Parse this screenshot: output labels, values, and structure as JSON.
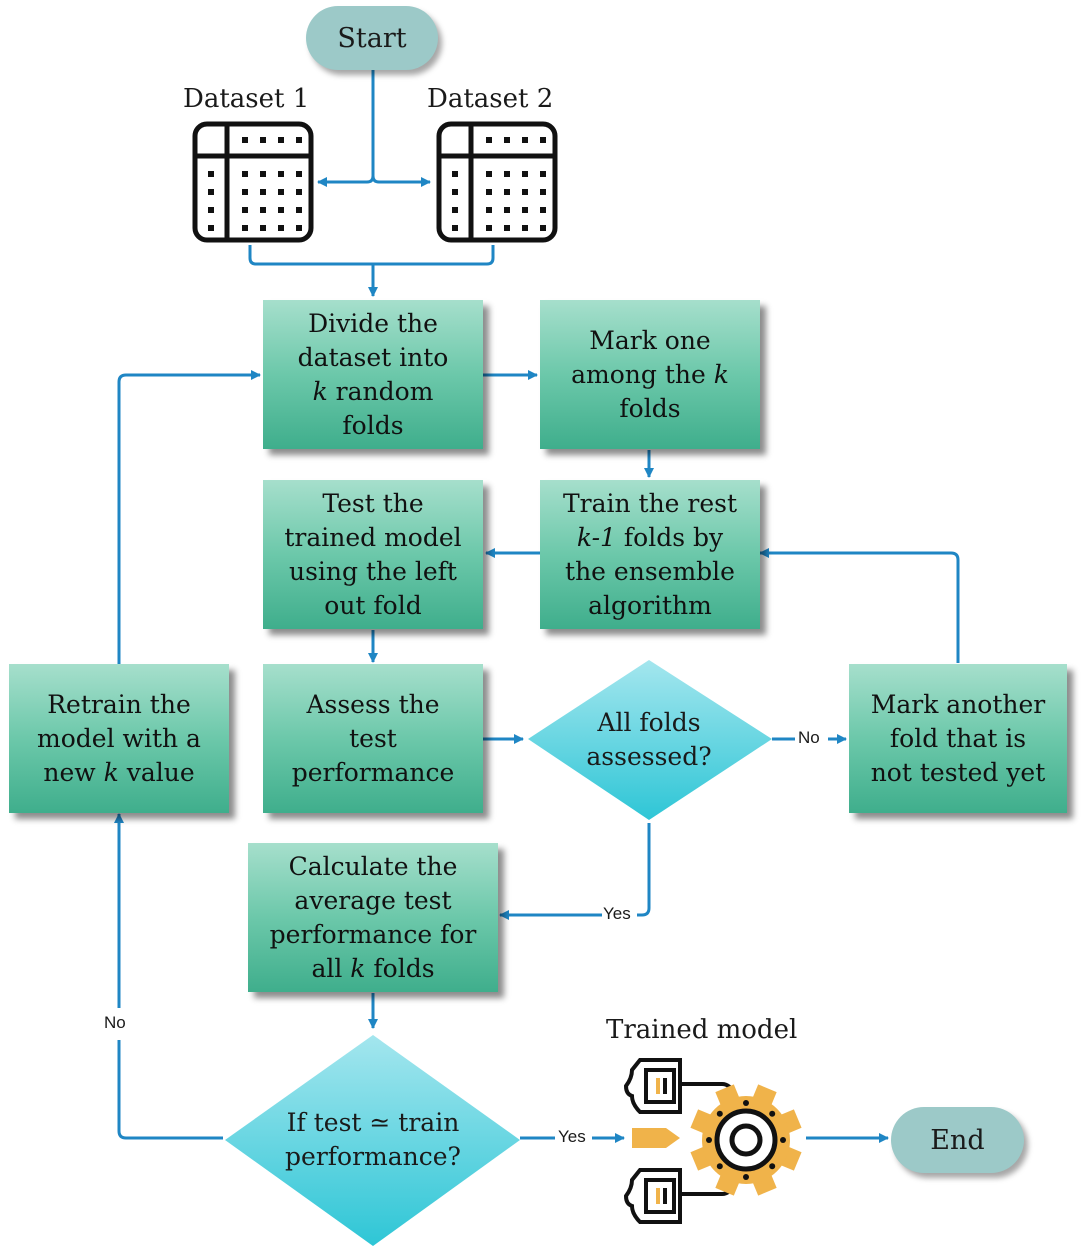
{
  "diagram": {
    "start": "Start",
    "end": "End",
    "datasets": [
      "Dataset 1",
      "Dataset 2"
    ],
    "trained_model_label": "Trained model",
    "steps": {
      "divide": [
        "Divide the",
        "dataset into",
        "k",
        " random",
        "folds"
      ],
      "mark_one": [
        "Mark one",
        "among the ",
        "k",
        "folds"
      ],
      "train_rest": [
        "Train the rest",
        "k-1",
        " folds by",
        "the ensemble",
        "algorithm"
      ],
      "test_model": [
        "Test the",
        "trained model",
        "using the left",
        "out fold"
      ],
      "assess": [
        "Assess the",
        "test",
        "performance"
      ],
      "retrain": [
        "Retrain the",
        "model with a",
        "new ",
        "k",
        " value"
      ],
      "mark_another": [
        "Mark another",
        "fold that is",
        "not tested yet"
      ],
      "calculate": [
        "Calculate the",
        "average test",
        "performance for",
        "all ",
        "k",
        " folds"
      ]
    },
    "decisions": {
      "all_folds": [
        "All folds",
        "assessed?"
      ],
      "test_train": [
        "If test ≃ train",
        "performance?"
      ]
    },
    "edge_labels": {
      "no_all_folds": "No",
      "yes_all_folds": "Yes",
      "no_test_train": "No",
      "yes_test_train": "Yes"
    },
    "colors": {
      "arrow": "#1f86c4",
      "process_box": "#5fc3a3",
      "decision": "#4fcfdc",
      "terminal": "#9cc9c8",
      "gear": "#f0b34a"
    }
  }
}
